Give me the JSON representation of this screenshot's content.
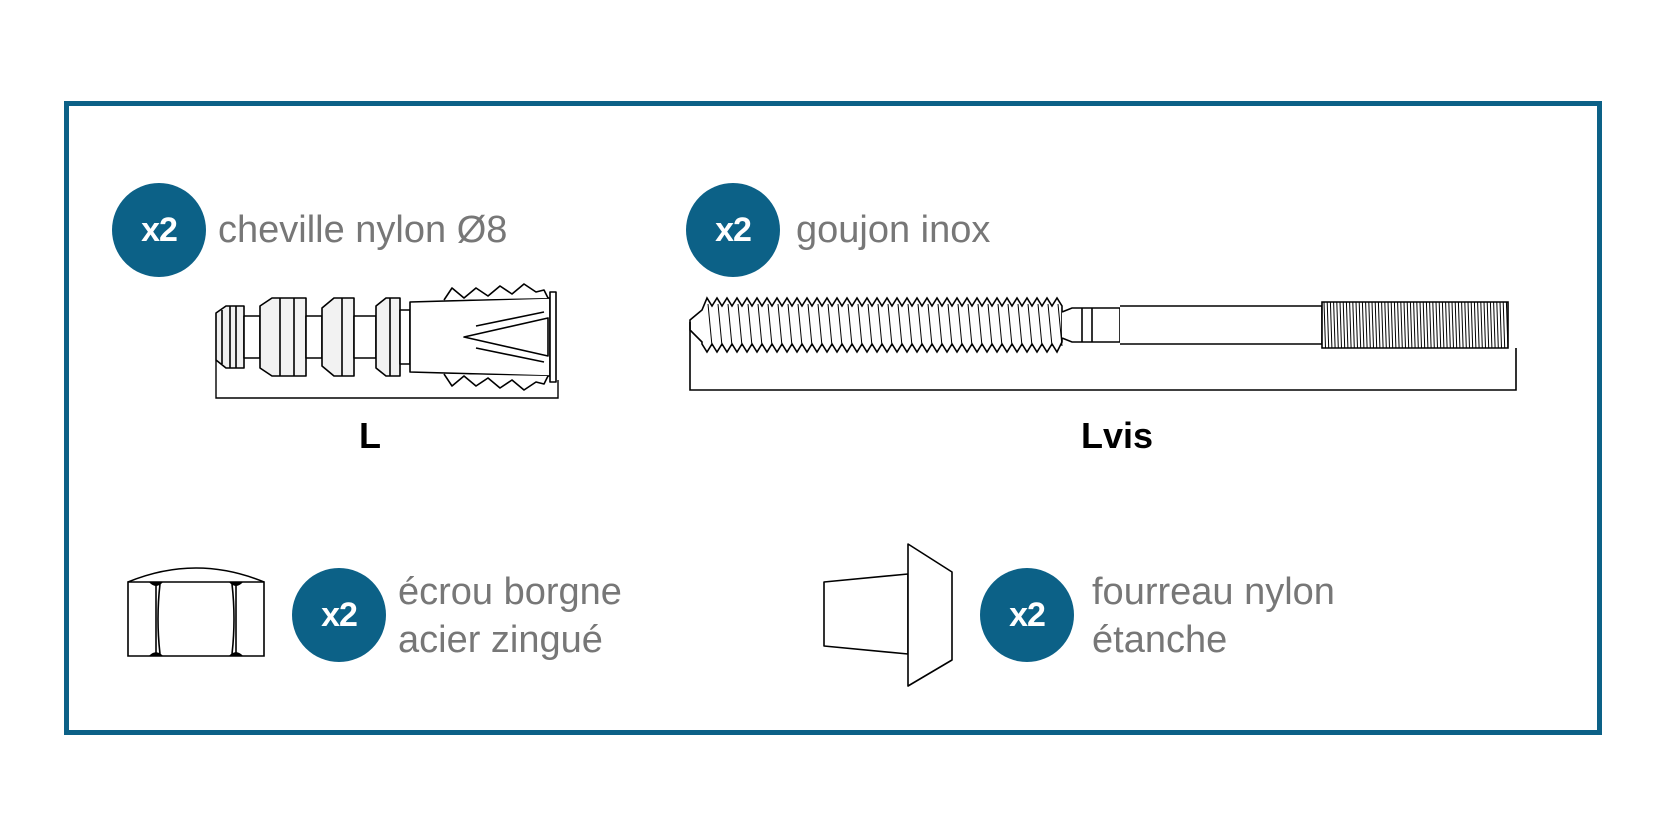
{
  "items": [
    {
      "id": "cheville",
      "qty": "x2",
      "label_lines": [
        "cheville nylon Ø8"
      ],
      "dimension": "L"
    },
    {
      "id": "goujon",
      "qty": "x2",
      "label_lines": [
        "goujon inox"
      ],
      "dimension": "Lvis"
    },
    {
      "id": "ecrou",
      "qty": "x2",
      "label_lines": [
        "écrou borgne",
        "acier zingué"
      ]
    },
    {
      "id": "fourreau",
      "qty": "x2",
      "label_lines": [
        "fourreau nylon",
        "étanche"
      ]
    }
  ],
  "colors": {
    "accent": "#0c6187",
    "label_text": "#777777",
    "dimension_text": "#000000",
    "line_art": "#000000"
  }
}
